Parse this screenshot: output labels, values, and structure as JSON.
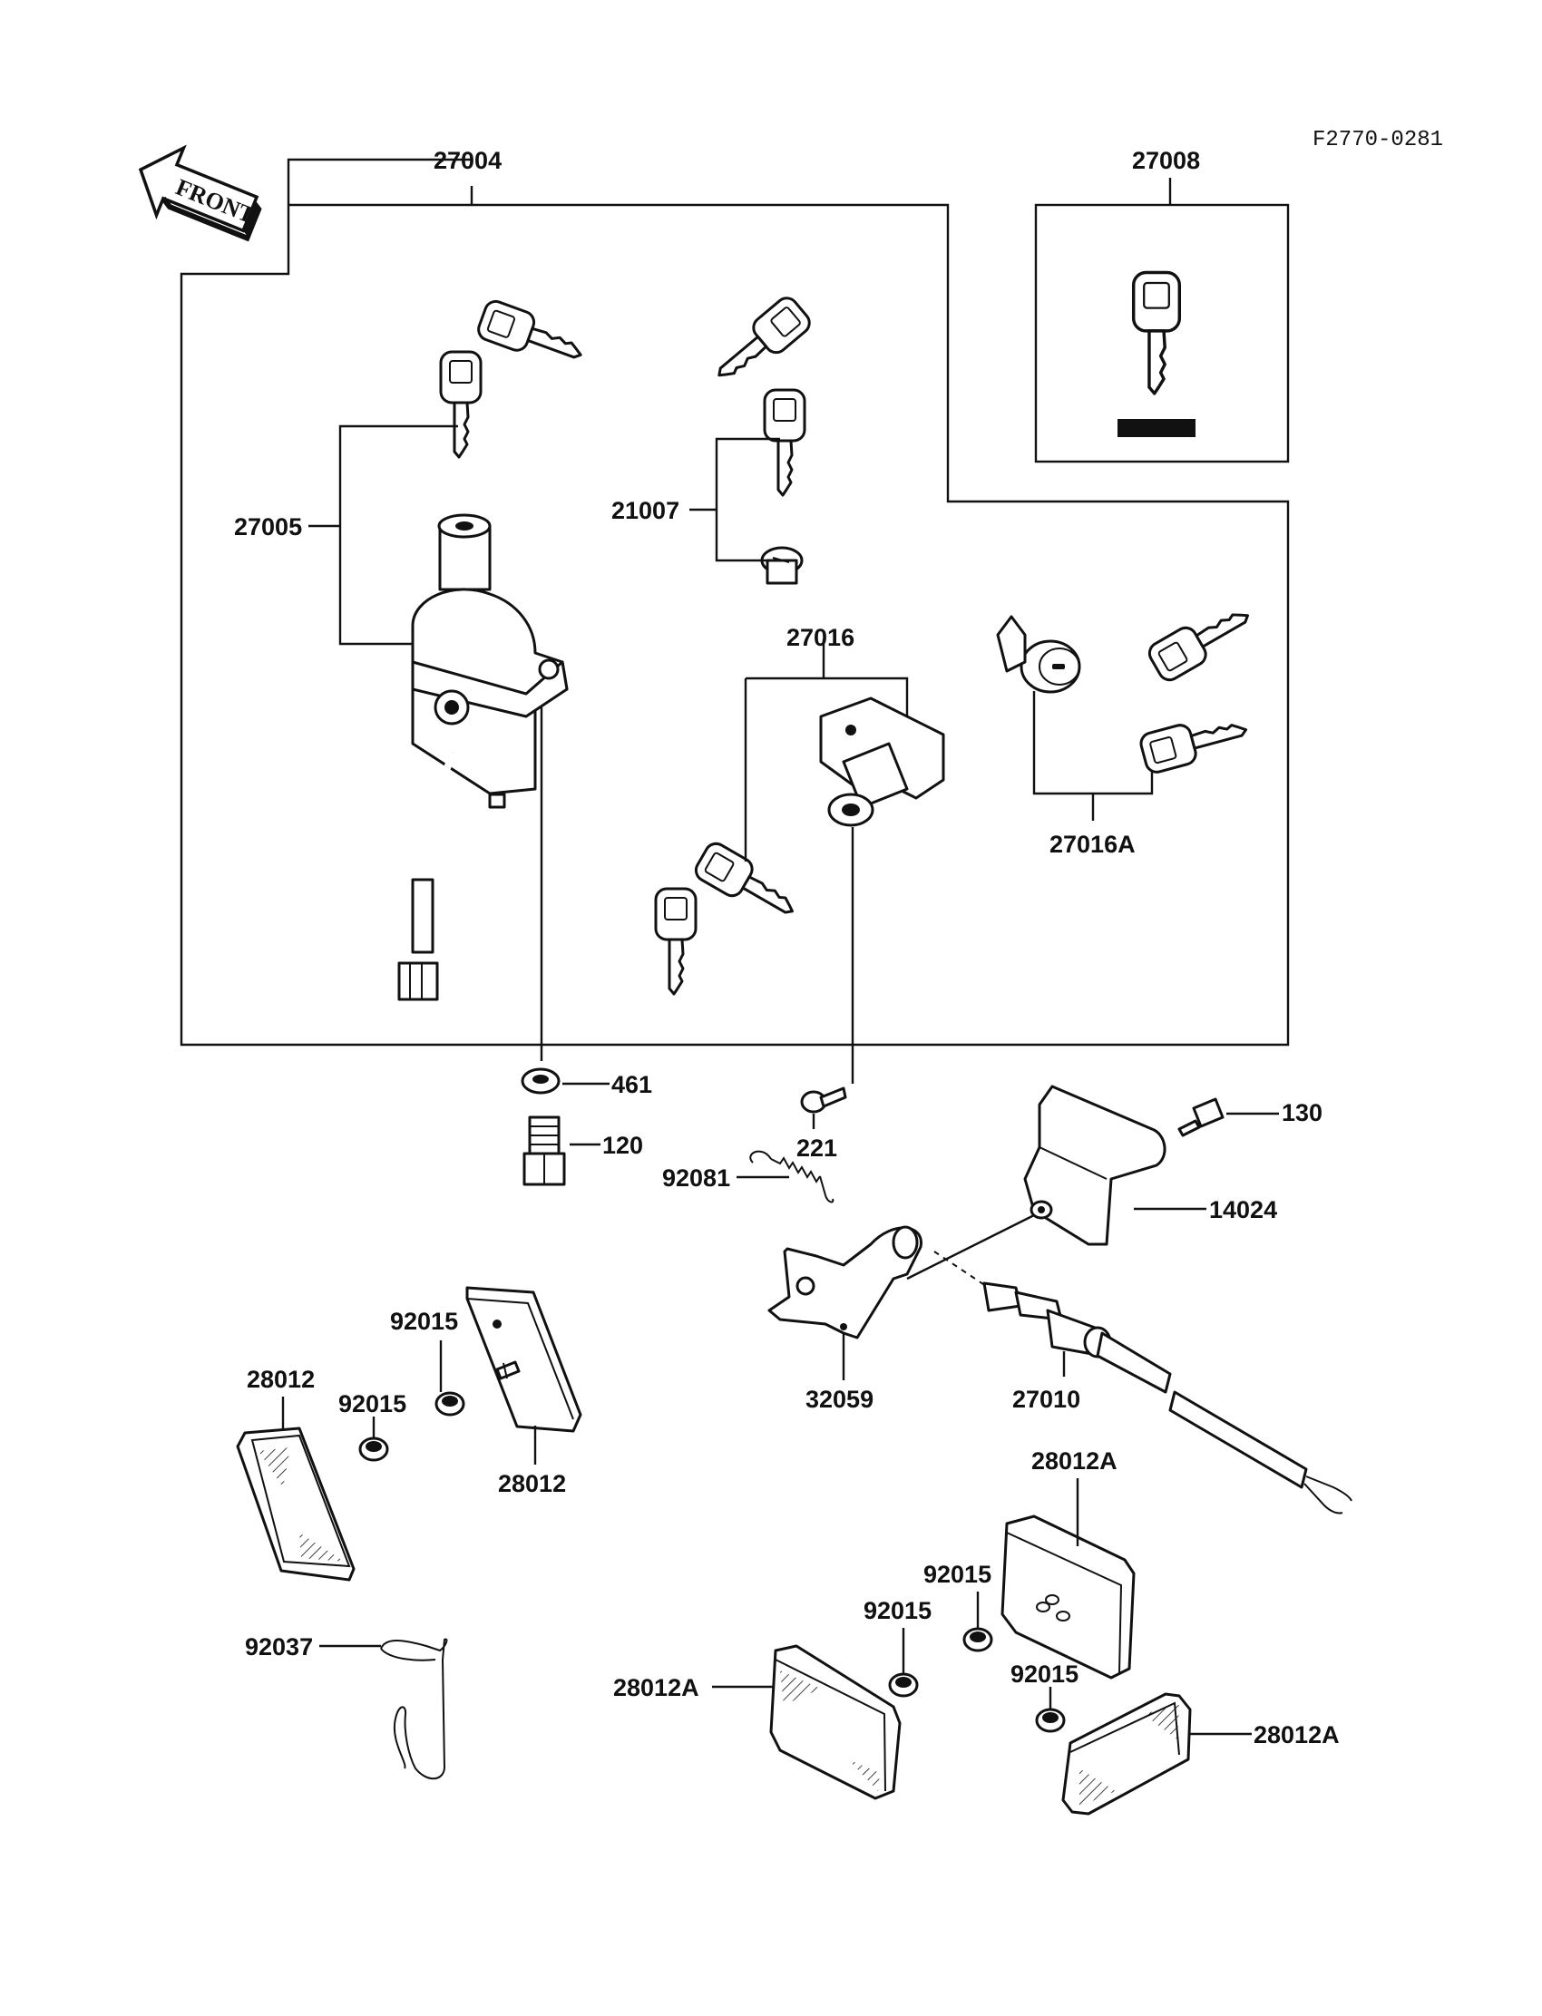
{
  "diagram": {
    "code": "F2770-0281",
    "front_label": "FRONT",
    "labels": {
      "l27004": "27004",
      "l27008": "27008",
      "l27005": "27005",
      "l21007": "21007",
      "l27016": "27016",
      "l27016A": "27016A",
      "l461": "461",
      "l120": "120",
      "l221": "221",
      "l130": "130",
      "l92081": "92081",
      "l14024": "14024",
      "l32059": "32059",
      "l27010": "27010",
      "l28012_left": "28012",
      "l28012_mid": "28012",
      "l92015_a": "92015",
      "l92015_b": "92015",
      "l28012A_top": "28012A",
      "l92015_c": "92015",
      "l92015_d": "92015",
      "l92015_e": "92015",
      "l92037": "92037",
      "l28012A_left": "28012A",
      "l28012A_right": "28012A"
    }
  }
}
